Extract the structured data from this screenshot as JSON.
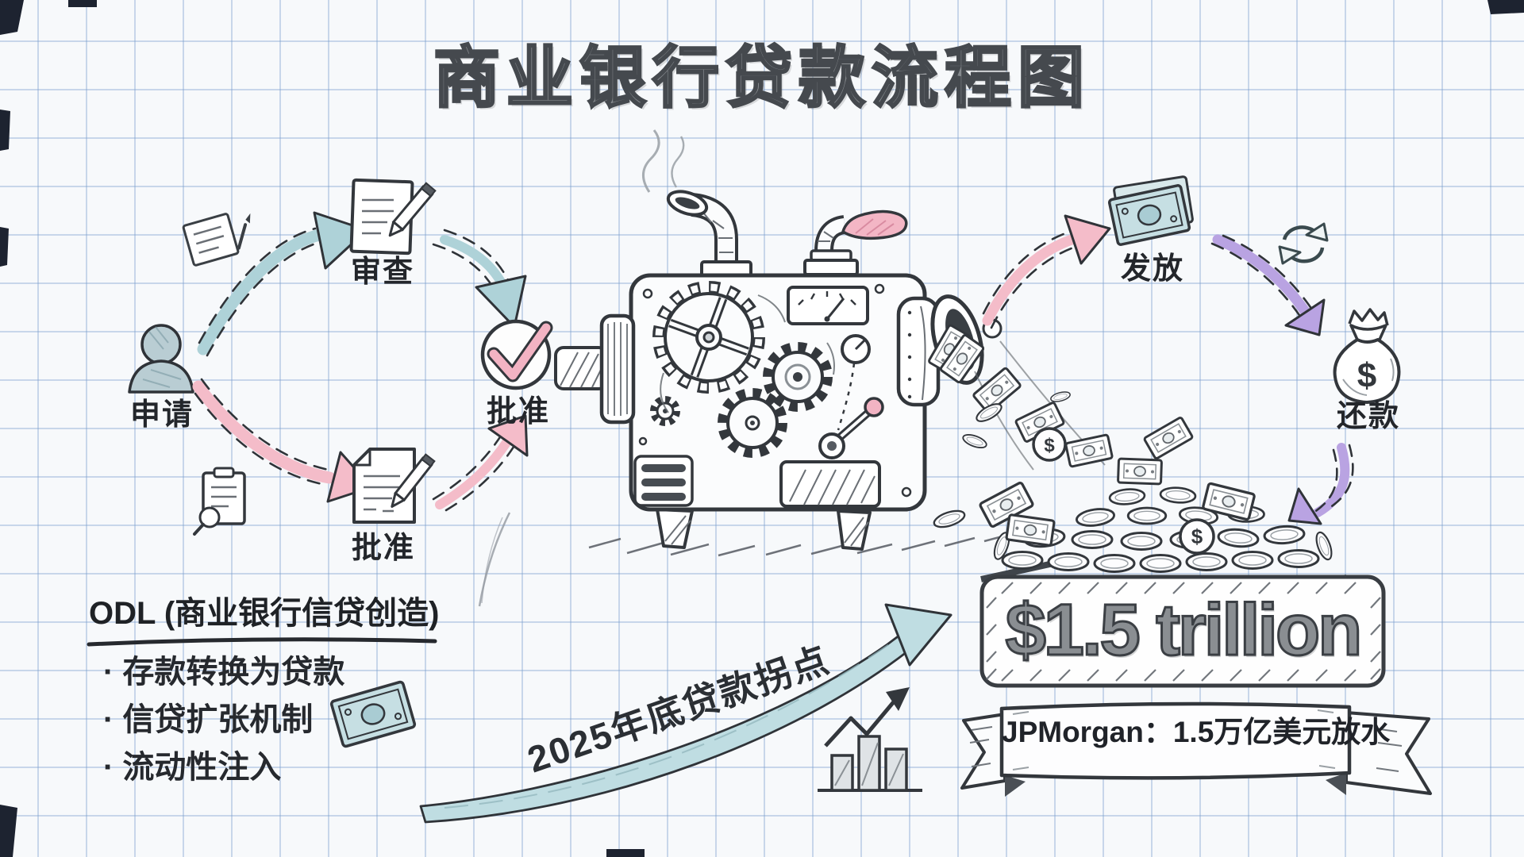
{
  "title": "商业银行贷款流程图",
  "flow": {
    "apply": {
      "label": "申请"
    },
    "review": {
      "label": "审查"
    },
    "approve_check": {
      "label": "批准"
    },
    "approve_doc": {
      "label": "批准"
    },
    "disburse": {
      "label": "发放"
    },
    "repay": {
      "label": "还款"
    }
  },
  "odl": {
    "heading": "ODL (商业银行信贷创造)",
    "bullets": [
      "· 存款转换为贷款",
      "· 信贷扩张机制",
      "· 流动性注入"
    ]
  },
  "trend": {
    "label": "2025年底贷款拐点"
  },
  "highlight": {
    "amount": "$1.5 trillion",
    "banner": "JPMorgan：1.5万亿美元放水"
  },
  "icons": {
    "dollar": "$"
  },
  "colors": {
    "paper": "#f7f9fb",
    "grid": "#a9c2dd",
    "ink": "#33373c",
    "teal": "#aed2d8",
    "teal_fill": "#bfdde2",
    "pink": "#f4b8c8",
    "purple": "#b7a2e3",
    "bill_teal": "#c6dfe3"
  }
}
